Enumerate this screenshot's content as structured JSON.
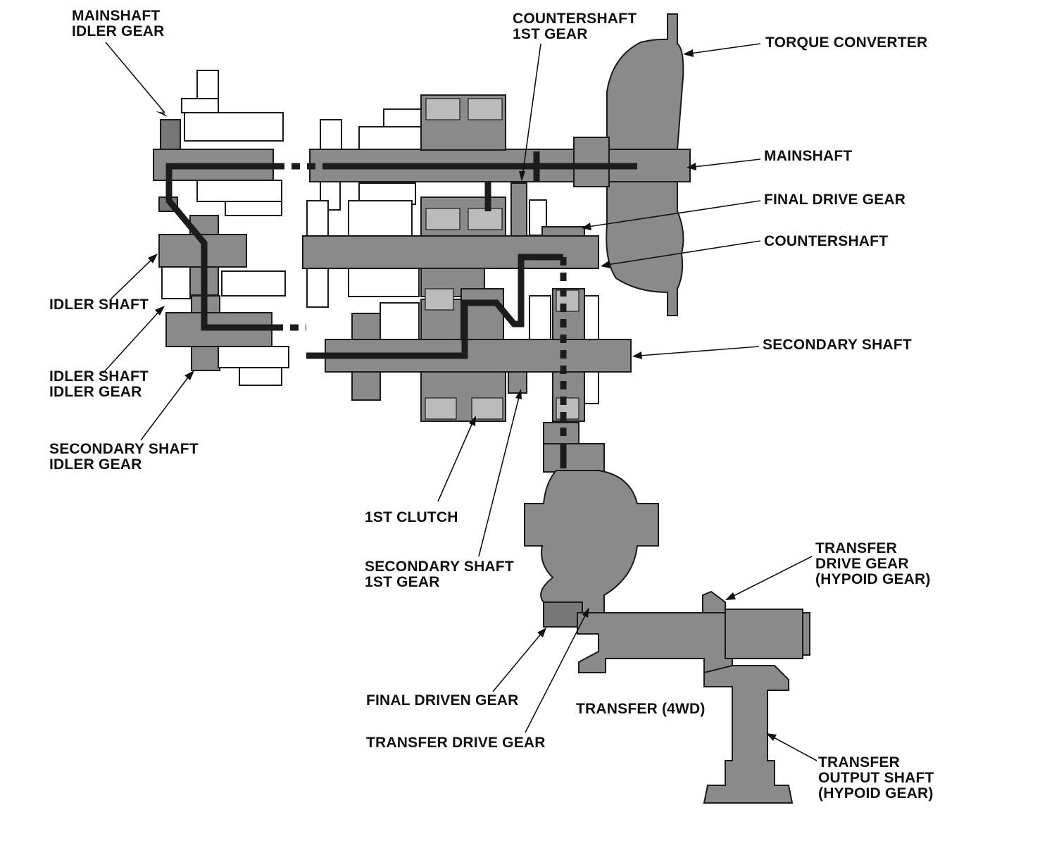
{
  "labels": {
    "mainshaft_idler_gear": "MAINSHAFT\nIDLER GEAR",
    "countershaft_1st_gear": "COUNTERSHAFT\n1ST GEAR",
    "torque_converter": "TORQUE CONVERTER",
    "mainshaft": "MAINSHAFT",
    "final_drive_gear": "FINAL DRIVE GEAR",
    "countershaft": "COUNTERSHAFT",
    "idler_shaft": "IDLER SHAFT",
    "idler_shaft_idler_gear": "IDLER SHAFT\nIDLER GEAR",
    "secondary_shaft": "SECONDARY SHAFT",
    "secondary_shaft_idler_gear": "SECONDARY SHAFT\nIDLER GEAR",
    "first_clutch": "1ST CLUTCH",
    "secondary_shaft_1st_gear": "SECONDARY SHAFT\n1ST GEAR",
    "transfer_drive_gear_hypoid": "TRANSFER\nDRIVE GEAR\n(HYPOID GEAR)",
    "final_driven_gear": "FINAL DRIVEN GEAR",
    "transfer_4wd": "TRANSFER (4WD)",
    "transfer_drive_gear": "TRANSFER DRIVE GEAR",
    "transfer_output_shaft": "TRANSFER\nOUTPUT SHAFT\n(HYPOID GEAR)"
  },
  "colors": {
    "component_fill": "#8a8a8a",
    "power_flow": "#1c1c1c",
    "outline": "#1a1a1a",
    "background": "#ffffff"
  }
}
